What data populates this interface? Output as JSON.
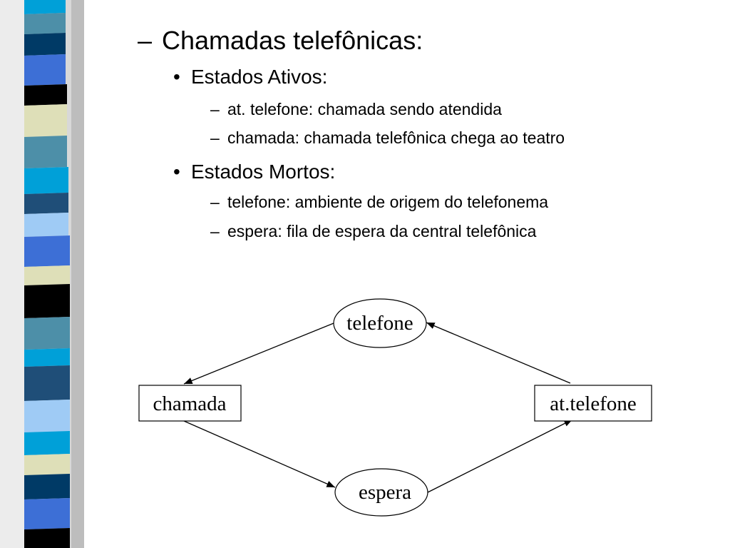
{
  "outline": {
    "heading": "Chamadas telefônicas:",
    "heading_marker": "–",
    "sections": [
      {
        "title": "Estados Ativos:",
        "marker": "•",
        "items": [
          "at. telefone: chamada sendo atendida",
          "chamada: chamada telefônica chega ao teatro"
        ]
      },
      {
        "title": "Estados Mortos:",
        "marker": "•",
        "items": [
          "telefone: ambiente de origem do telefonema",
          "espera: fila de espera da central telefônica"
        ]
      }
    ],
    "item_marker": "–"
  },
  "diagram": {
    "nodes": {
      "telefone": {
        "label": "telefone",
        "shape": "ellipse"
      },
      "espera": {
        "label": "espera",
        "shape": "ellipse"
      },
      "chamada": {
        "label": "chamada",
        "shape": "rectangle"
      },
      "at_telefone": {
        "label": "at.telefone",
        "shape": "rectangle"
      }
    },
    "edges": [
      {
        "from": "telefone",
        "to": "chamada"
      },
      {
        "from": "chamada",
        "to": "espera"
      },
      {
        "from": "espera",
        "to": "at_telefone"
      },
      {
        "from": "at_telefone",
        "to": "telefone"
      }
    ]
  },
  "theme": {
    "stripe_colors": [
      "#4d8fa8",
      "#1f4e78",
      "#3d6fd6",
      "#000000",
      "#dedfb8",
      "#00a0d8",
      "#9fcbf5",
      "#003a66"
    ]
  }
}
